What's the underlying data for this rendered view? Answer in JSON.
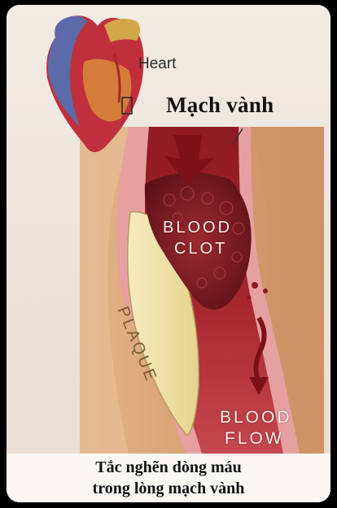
{
  "labels": {
    "heart": "Heart",
    "title": "Mạch vành",
    "blood_clot": [
      "BLOOD",
      "CLOT"
    ],
    "plaque": "PLAQUE",
    "blood_flow": [
      "BLOOD",
      "FLOW"
    ]
  },
  "caption": [
    "Tắc nghẽn dòng máu",
    "trong lòng mạch vành"
  ],
  "colors": {
    "artery_wall": "#e7a0a2",
    "artery_lumen": "#9a1f26",
    "clot": "#7a1a22",
    "plaque": "#efe1a8",
    "tissue": "#d8a57a",
    "heart_red": "#c0303c",
    "heart_blue": "#5b6aa8"
  }
}
